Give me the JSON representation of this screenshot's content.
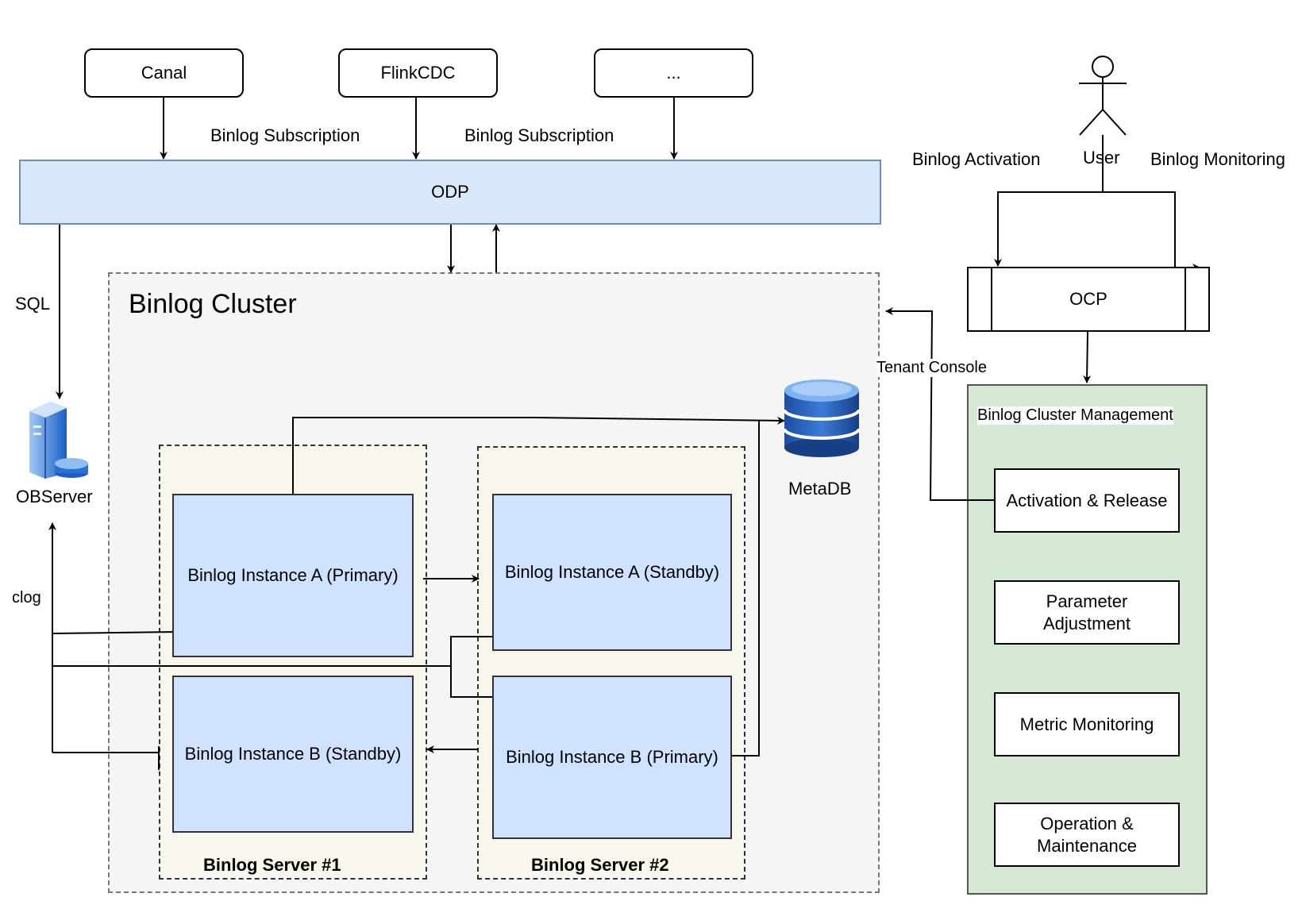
{
  "sources": {
    "canal": "Canal",
    "flinkcdc": "FlinkCDC",
    "more": "..."
  },
  "edges": {
    "subscription_1": "Binlog Subscription",
    "subscription_2": "Binlog Subscription",
    "sql": "SQL",
    "clog": "clog",
    "activation": "Binlog Activation",
    "monitoring": "Binlog Monitoring",
    "tenant_console": "Tenant Console"
  },
  "odp": {
    "label": "ODP"
  },
  "observer": {
    "label": "OBServer"
  },
  "cluster": {
    "title": "Binlog Cluster",
    "metadb_label": "MetaDB",
    "server1": {
      "label": "Binlog Server #1",
      "instance_top": "Binlog Instance A (Primary)",
      "instance_bottom": "Binlog Instance B (Standby)"
    },
    "server2": {
      "label": "Binlog Server #2",
      "instance_top": "Binlog Instance A (Standby)",
      "instance_bottom": "Binlog Instance B (Primary)"
    }
  },
  "user": {
    "label": "User"
  },
  "ocp": {
    "label": "OCP"
  },
  "management": {
    "title": "Binlog Cluster Management",
    "items": [
      "Activation & Release",
      "Parameter Adjustment",
      "Metric Monitoring",
      "Operation & Maintenance"
    ]
  },
  "colors": {
    "odp_fill": "#dae8fc",
    "instance_fill": "#cfe2ff",
    "management_fill": "#d5e8d4",
    "server_fill": "#f9f7ed",
    "cluster_fill": "#f5f5f5"
  }
}
